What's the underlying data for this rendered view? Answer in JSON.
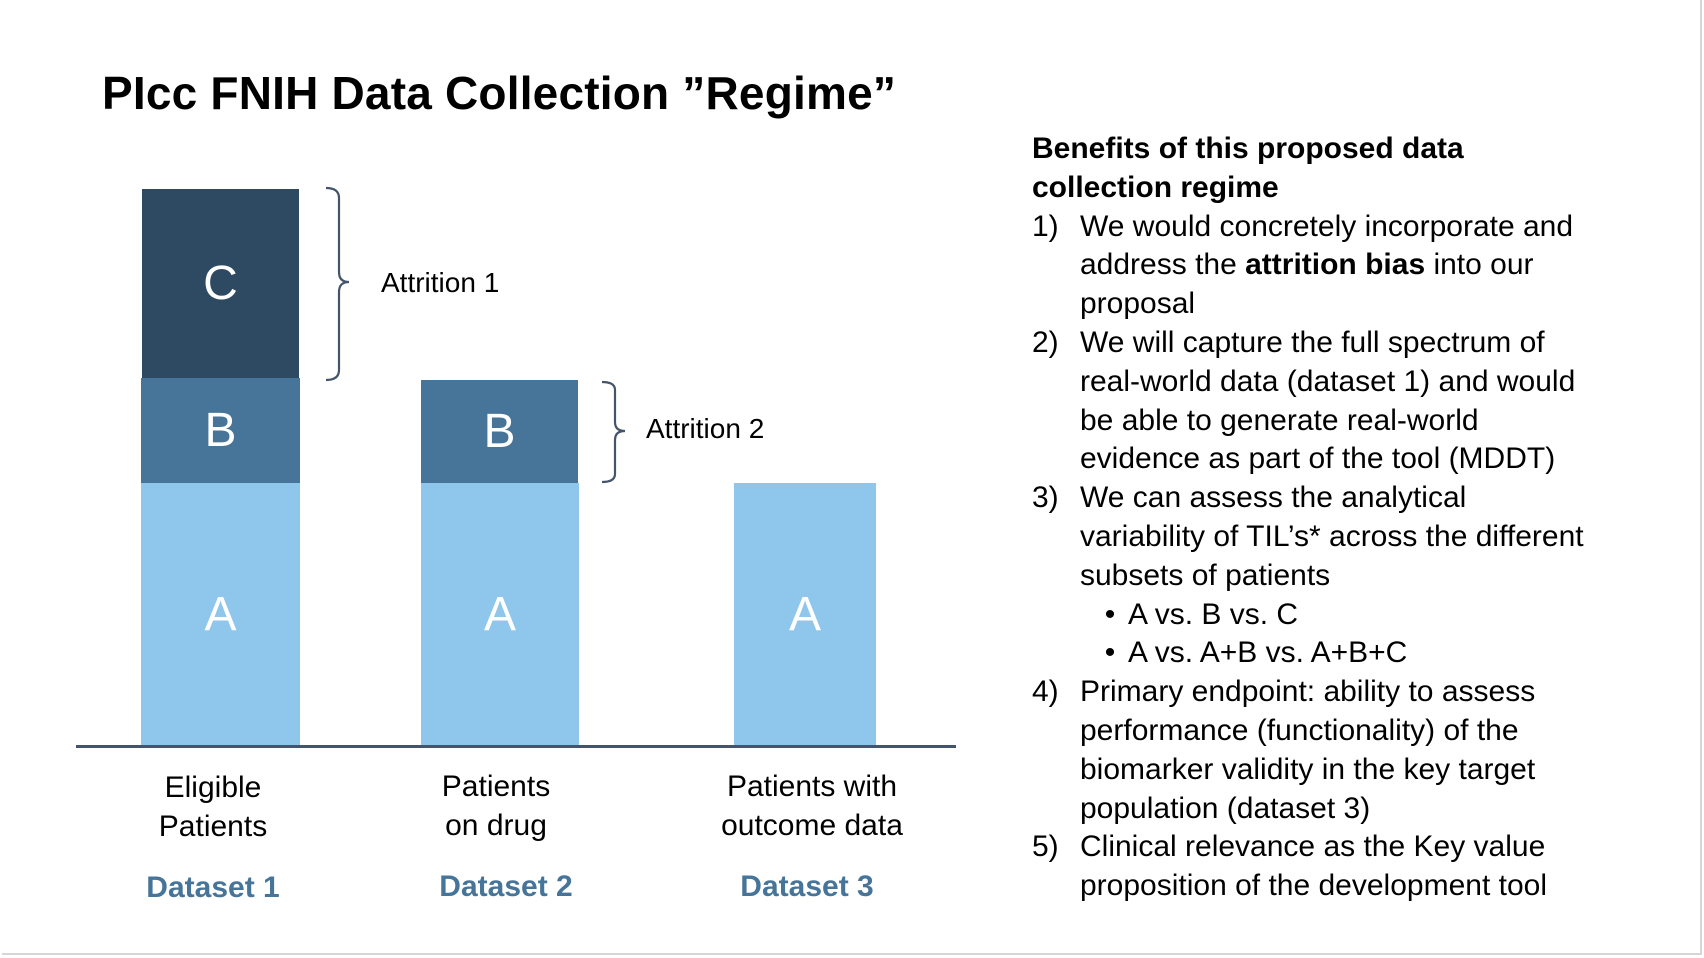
{
  "title": "PIcc FNIH Data Collection ”Regime”",
  "colors": {
    "block_a": "#8fc6ec",
    "block_b": "#467599",
    "block_c": "#2e4a63",
    "dataset_label": "#467599",
    "axis": "#44546a"
  },
  "stacks": [
    {
      "category": [
        "Eligible",
        "Patients"
      ],
      "dataset": "Dataset 1",
      "blocks": [
        "A",
        "B",
        "C"
      ]
    },
    {
      "category": [
        "Patients",
        "on drug"
      ],
      "dataset": "Dataset 2",
      "blocks": [
        "A",
        "B"
      ]
    },
    {
      "category": [
        "Patients with",
        "outcome data"
      ],
      "dataset": "Dataset 3",
      "blocks": [
        "A"
      ]
    }
  ],
  "attrition": [
    {
      "label": "Attrition 1",
      "covers": "C"
    },
    {
      "label": "Attrition 2",
      "covers": "B"
    }
  ],
  "benefits": {
    "heading": [
      "Benefits of this proposed data",
      "collection regime"
    ],
    "items": [
      {
        "num": "1)",
        "lines": [
          {
            "parts": [
              {
                "text": "We would concretely incorporate and"
              }
            ]
          },
          {
            "parts": [
              {
                "text": "address the "
              },
              {
                "text": "attrition bias",
                "bold": true
              },
              {
                "text": " into our"
              }
            ]
          },
          {
            "parts": [
              {
                "text": "proposal"
              }
            ]
          }
        ]
      },
      {
        "num": "2)",
        "lines": [
          {
            "parts": [
              {
                "text": "We will capture the full spectrum of"
              }
            ]
          },
          {
            "parts": [
              {
                "text": "real-world data (dataset 1) and would"
              }
            ]
          },
          {
            "parts": [
              {
                "text": "be able to generate real-world"
              }
            ]
          },
          {
            "parts": [
              {
                "text": "evidence as part of the tool (MDDT)"
              }
            ]
          }
        ]
      },
      {
        "num": "3)",
        "lines": [
          {
            "parts": [
              {
                "text": "We can assess the analytical"
              }
            ]
          },
          {
            "parts": [
              {
                "text": "variability of TIL’s* across the different"
              }
            ]
          },
          {
            "parts": [
              {
                "text": "subsets of patients"
              }
            ]
          }
        ],
        "sub": [
          "A vs. B vs. C",
          "A vs. A+B vs. A+B+C"
        ]
      },
      {
        "num": "4)",
        "lines": [
          {
            "parts": [
              {
                "text": "Primary endpoint: ability to assess"
              }
            ]
          },
          {
            "parts": [
              {
                "text": "performance (functionality) of the"
              }
            ]
          },
          {
            "parts": [
              {
                "text": "biomarker validity in the key target"
              }
            ]
          },
          {
            "parts": [
              {
                "text": "population (dataset 3)"
              }
            ]
          }
        ]
      },
      {
        "num": "5)",
        "lines": [
          {
            "parts": [
              {
                "text": "Clinical relevance as the Key value"
              }
            ]
          },
          {
            "parts": [
              {
                "text": "proposition of the development tool"
              }
            ]
          }
        ]
      }
    ]
  }
}
